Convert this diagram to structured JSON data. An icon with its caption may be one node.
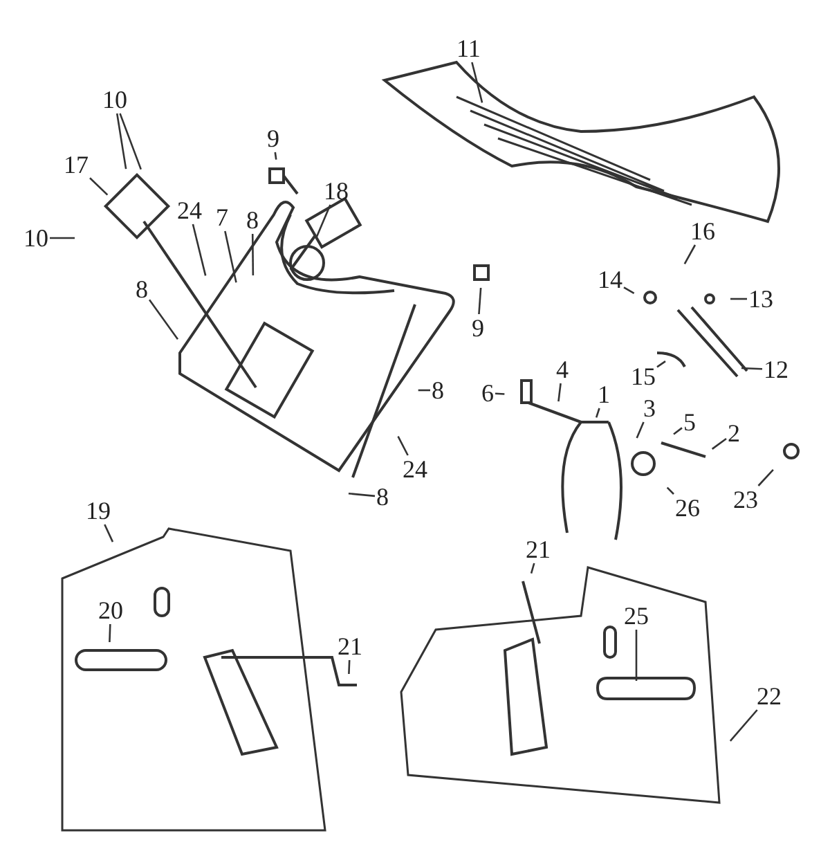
{
  "diagram": {
    "nodes": [
      {
        "text": [
          "10"
        ]
      },
      {
        "text": [
          "17"
        ]
      },
      {
        "text": [
          "10"
        ]
      },
      {
        "text": [
          "24"
        ]
      },
      {
        "text": [
          "7"
        ]
      },
      {
        "text": [
          "9"
        ]
      },
      {
        "text": [
          "8"
        ]
      },
      {
        "text": [
          "18"
        ]
      },
      {
        "text": [
          "8"
        ]
      },
      {
        "text": [
          "11"
        ]
      },
      {
        "text": [
          "9"
        ]
      },
      {
        "text": [
          "16"
        ]
      },
      {
        "text": [
          "14"
        ]
      },
      {
        "text": [
          "13"
        ]
      },
      {
        "text": [
          "12"
        ]
      },
      {
        "text": [
          "15"
        ]
      },
      {
        "text": [
          "6"
        ]
      },
      {
        "text": [
          "4"
        ]
      },
      {
        "text": [
          "1"
        ]
      },
      {
        "text": [
          "3"
        ]
      },
      {
        "text": [
          "5"
        ]
      },
      {
        "text": [
          "2"
        ]
      },
      {
        "text": [
          "8"
        ]
      },
      {
        "text": [
          "24"
        ]
      },
      {
        "text": [
          "8"
        ]
      },
      {
        "text": [
          "26"
        ]
      },
      {
        "text": [
          "23"
        ]
      },
      {
        "text": [
          "19"
        ]
      },
      {
        "text": [
          "21"
        ]
      },
      {
        "text": [
          "20"
        ]
      },
      {
        "text": [
          "21"
        ]
      },
      {
        "text": [
          "25"
        ]
      },
      {
        "text": [
          "22"
        ]
      },
      {
        "text": [],
        "shape": "bar"
      },
      {
        "text": [],
        "shape": "bar"
      }
    ],
    "edges": [
      {
        "from": 0,
        "to": null,
        "arrow": "none"
      },
      {
        "from": 0,
        "to": null,
        "arrow": "none"
      },
      {
        "from": 1,
        "to": null,
        "arrow": "none"
      },
      {
        "from": 2,
        "to": null,
        "arrow": "none"
      },
      {
        "from": 3,
        "to": null,
        "arrow": "none"
      },
      {
        "from": 4,
        "to": null,
        "arrow": "none"
      },
      {
        "from": 5,
        "to": null,
        "arrow": "none"
      },
      {
        "from": 6,
        "to": null,
        "arrow": "none"
      },
      {
        "from": 7,
        "to": null,
        "arrow": "none"
      },
      {
        "from": 8,
        "to": null,
        "arrow": "none"
      },
      {
        "from": 9,
        "to": null,
        "arrow": "none"
      },
      {
        "from": 10,
        "to": null,
        "arrow": "none"
      },
      {
        "from": 11,
        "to": null,
        "arrow": "none"
      },
      {
        "from": 12,
        "to": null,
        "arrow": "none"
      },
      {
        "from": 13,
        "to": null,
        "arrow": "none"
      },
      {
        "from": 14,
        "to": 33,
        "arrow": "none"
      },
      {
        "from": 15,
        "to": null,
        "arrow": "none"
      },
      {
        "from": 16,
        "to": null,
        "arrow": "none"
      },
      {
        "from": 17,
        "to": null,
        "arrow": "none"
      },
      {
        "from": 18,
        "to": null,
        "arrow": "none"
      },
      {
        "from": 19,
        "to": null,
        "arrow": "none"
      },
      {
        "from": 20,
        "to": null,
        "arrow": "none"
      },
      {
        "from": 21,
        "to": null,
        "arrow": "none"
      },
      {
        "from": 22,
        "to": null,
        "arrow": "none"
      },
      {
        "from": 23,
        "to": null,
        "arrow": "none"
      },
      {
        "from": 24,
        "to": null,
        "arrow": "none"
      },
      {
        "from": 25,
        "to": null,
        "arrow": "none"
      },
      {
        "from": 26,
        "to": null,
        "arrow": "none"
      },
      {
        "from": 27,
        "to": null,
        "arrow": "none"
      },
      {
        "from": 28,
        "to": null,
        "arrow": "none"
      },
      {
        "from": 29,
        "to": null,
        "arrow": "none"
      },
      {
        "from": 30,
        "to": null,
        "arrow": "none"
      },
      {
        "from": 31,
        "to": 34,
        "arrow": "none"
      },
      {
        "from": 32,
        "to": null,
        "arrow": "none"
      }
    ]
  }
}
